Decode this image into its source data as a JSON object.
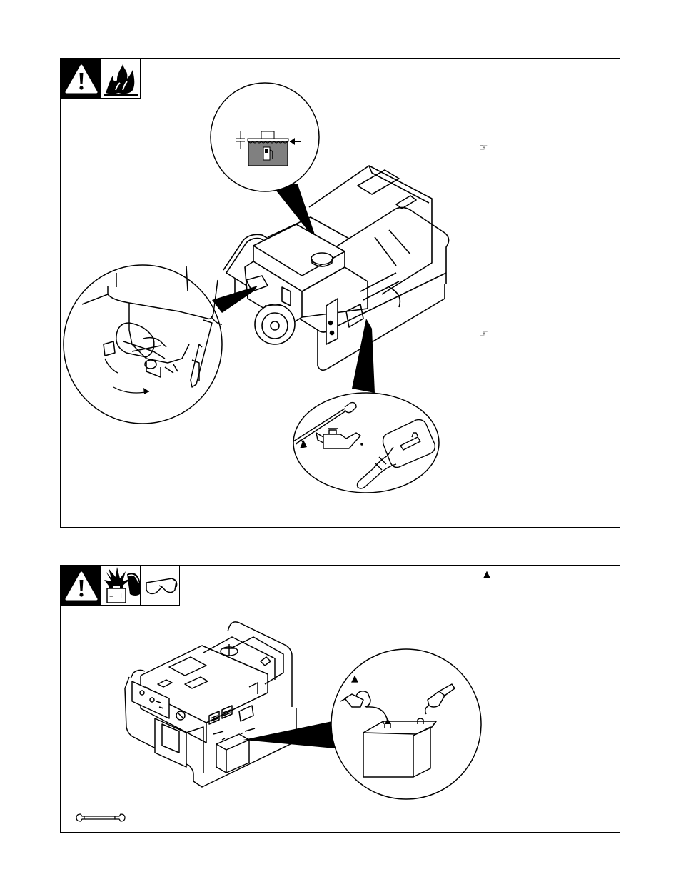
{
  "page": {
    "background_color": "#ffffff",
    "line_color": "#000000",
    "fuel_tank_fill_color": "#808080"
  },
  "top_panel": {
    "icons": [
      "warning-triangle-icon",
      "fire-hazard-icon"
    ],
    "reference_markers": [
      "☞",
      "☞"
    ],
    "illustrations": [
      "fuel-level-callout-illustration",
      "generator-engine-illustration",
      "fuel-valve-callout-illustration",
      "oil-check-callout-illustration"
    ]
  },
  "bottom_panel": {
    "icons": [
      "warning-triangle-icon",
      "battery-explosion-icon",
      "face-shield-icon",
      "safety-glasses-icon"
    ],
    "battery_terminal_labels": [
      "–",
      "+"
    ],
    "caution_markers": [
      "▲",
      "▲"
    ],
    "illustrations": [
      "generator-battery-illustration",
      "battery-cable-callout-illustration",
      "wrench-icon"
    ]
  }
}
